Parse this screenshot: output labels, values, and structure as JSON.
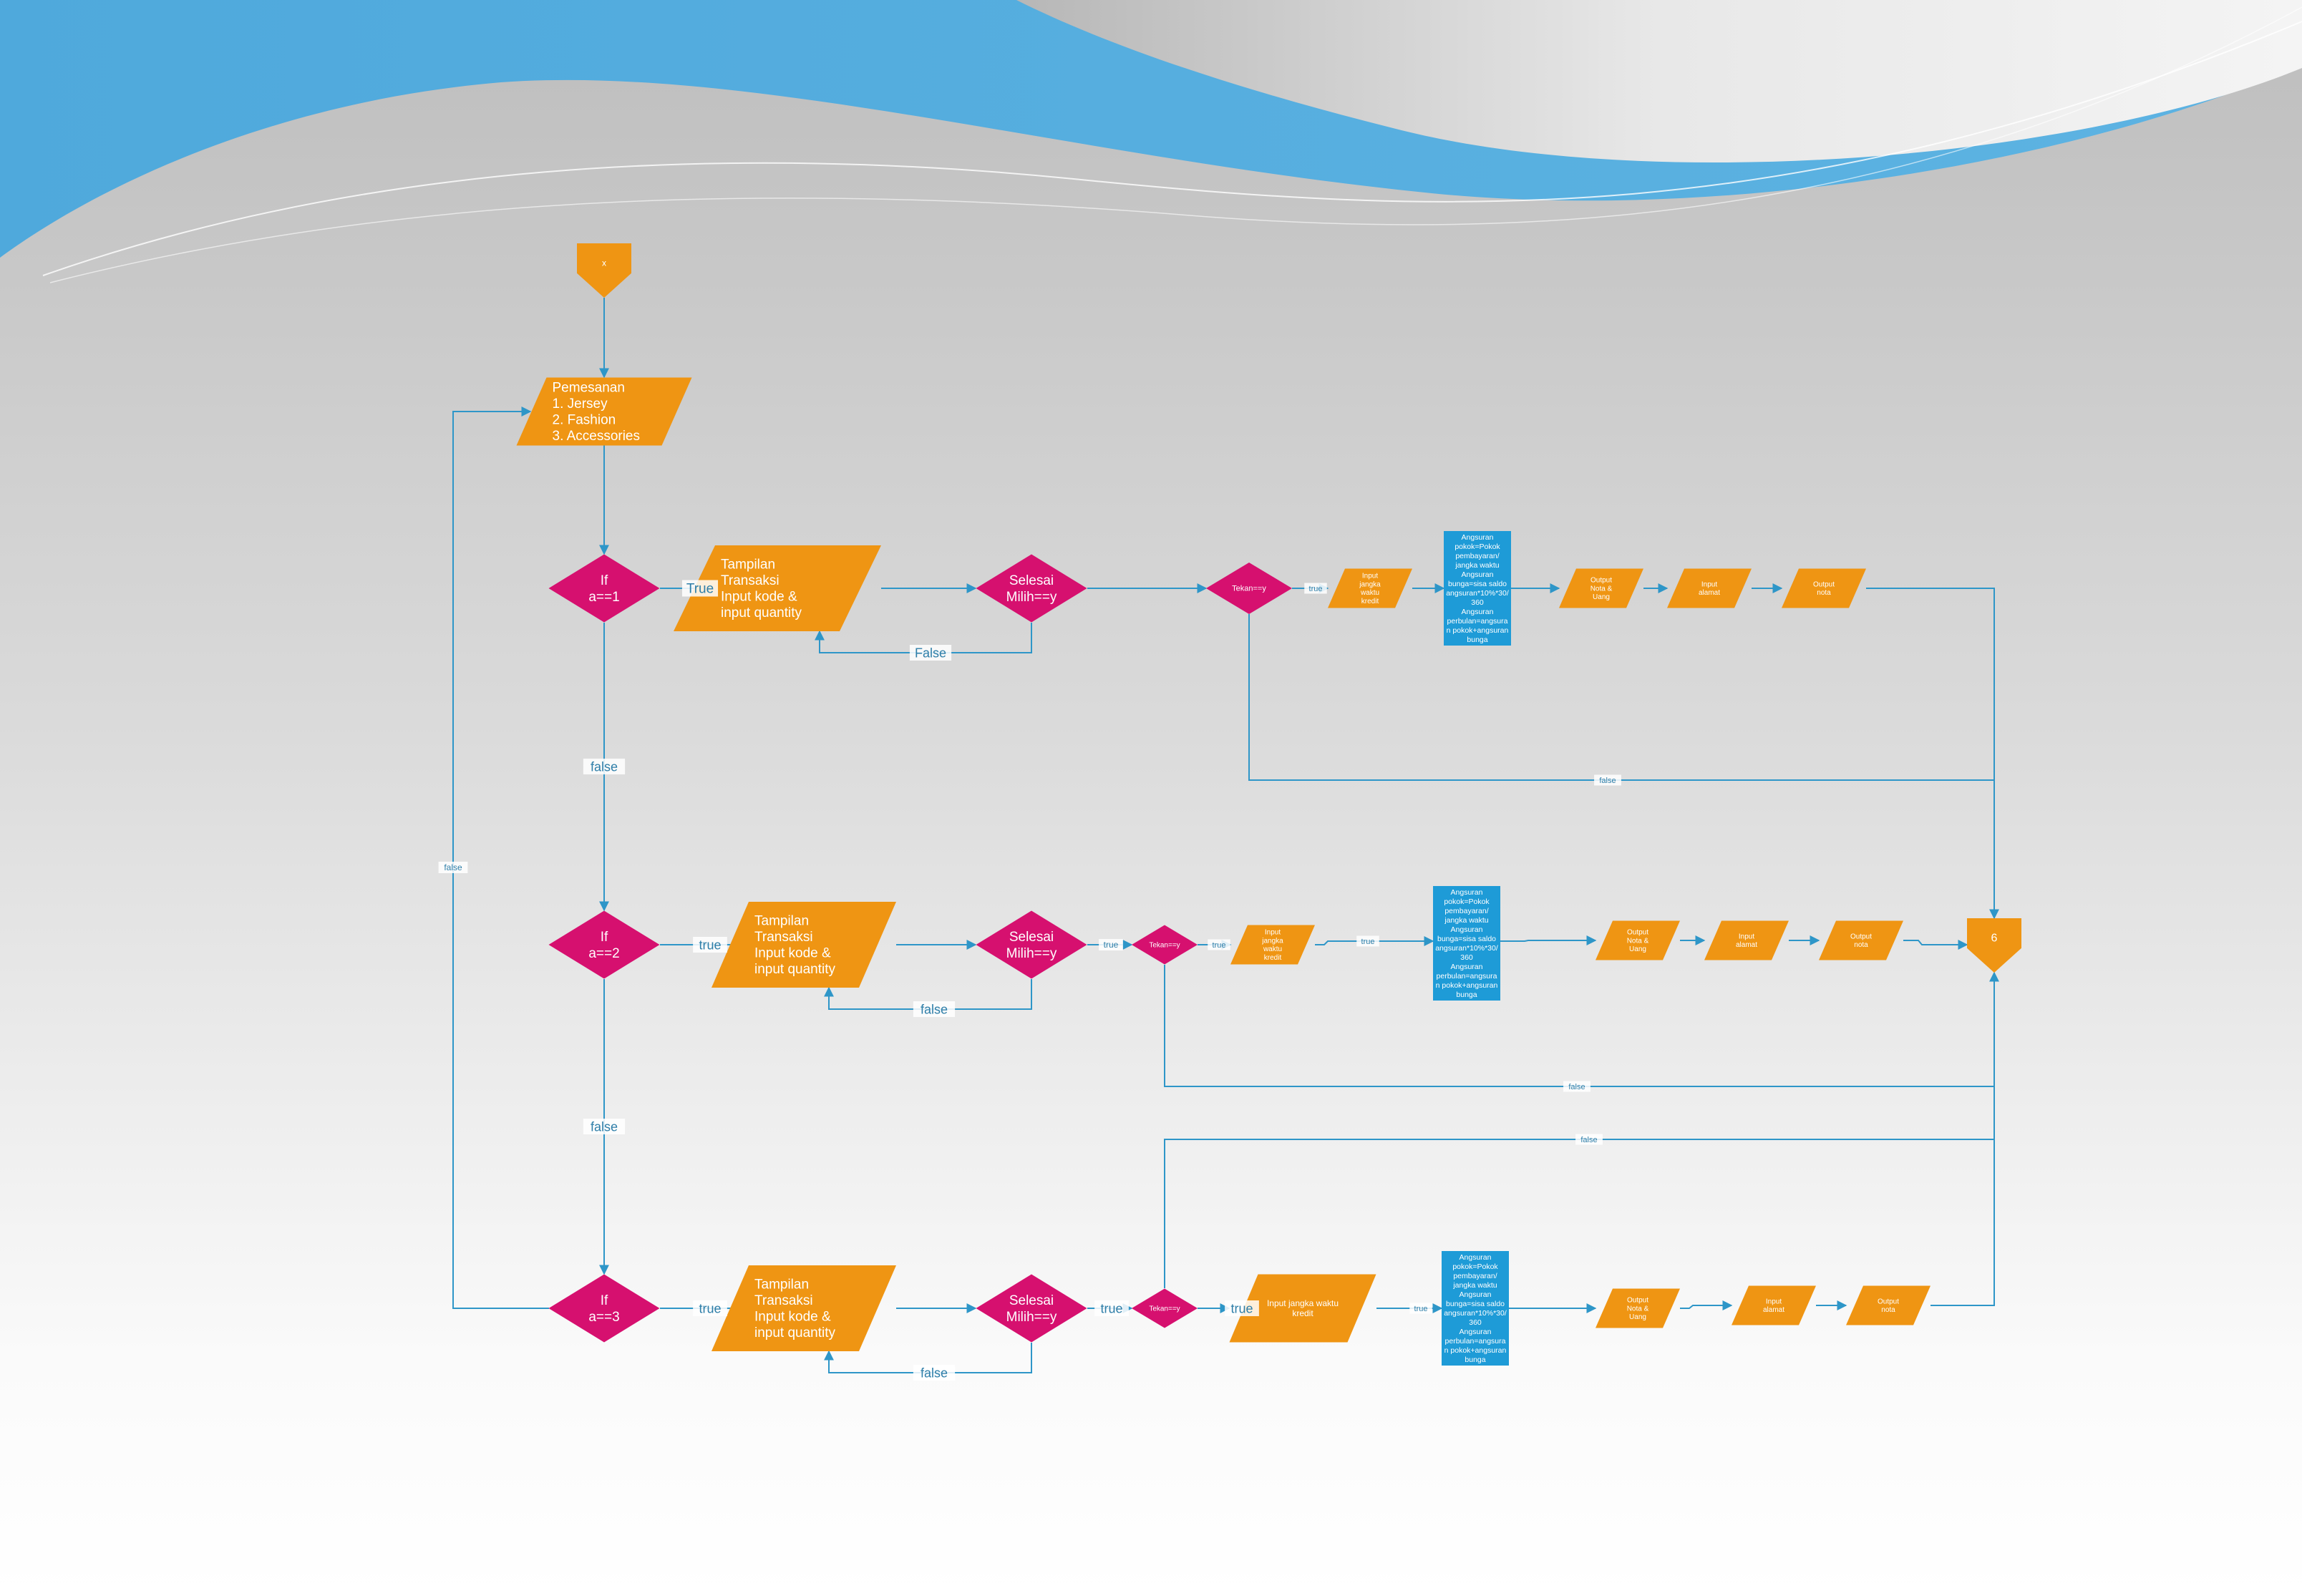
{
  "colors": {
    "orange": "#EF9513",
    "magenta": "#D6106F",
    "blue_box": "#1E9BD7",
    "connector": "#2E96C8",
    "label_text": "#2E7EA8",
    "band_blue": "#4FA9DC",
    "band_grey": "#E2E2E2"
  },
  "nodes": {
    "connector_start": "x",
    "pemesanan": [
      "Pemesanan",
      "1. Jersey",
      "2. Fashion",
      "3. Accessories"
    ],
    "if1": [
      "If",
      "a==1"
    ],
    "if2": [
      "If",
      "a==2"
    ],
    "if3": [
      "If",
      "a==3"
    ],
    "tampilan": [
      "Tampilan",
      "Transaksi",
      "Input kode &",
      "input quantity"
    ],
    "selesai": [
      "Selesai",
      "Milih==y"
    ],
    "tekan": "Tekan==y",
    "input_jangka": [
      "Input",
      "jangka",
      "waktu",
      "kredit"
    ],
    "input_jangka_wide": [
      "Input jangka waktu",
      "kredit"
    ],
    "angsuran": [
      "Angsuran",
      "pokok=Pokok",
      "pembayaran/",
      "jangka waktu",
      "Angsuran",
      "bunga=sisa saldo",
      "angsuran*10%*30/",
      "360",
      "Angsuran",
      "perbulan=angsura",
      "n pokok+angsuran",
      "bunga"
    ],
    "output_nota_uang": [
      "Output",
      "Nota &",
      "Uang"
    ],
    "input_alamat": [
      "Input",
      "alamat"
    ],
    "output_nota": [
      "Output",
      "nota"
    ],
    "connector_end": "6"
  },
  "edge_labels": {
    "true_cap": "True",
    "true": "true",
    "false_cap": "False",
    "false": "false"
  }
}
